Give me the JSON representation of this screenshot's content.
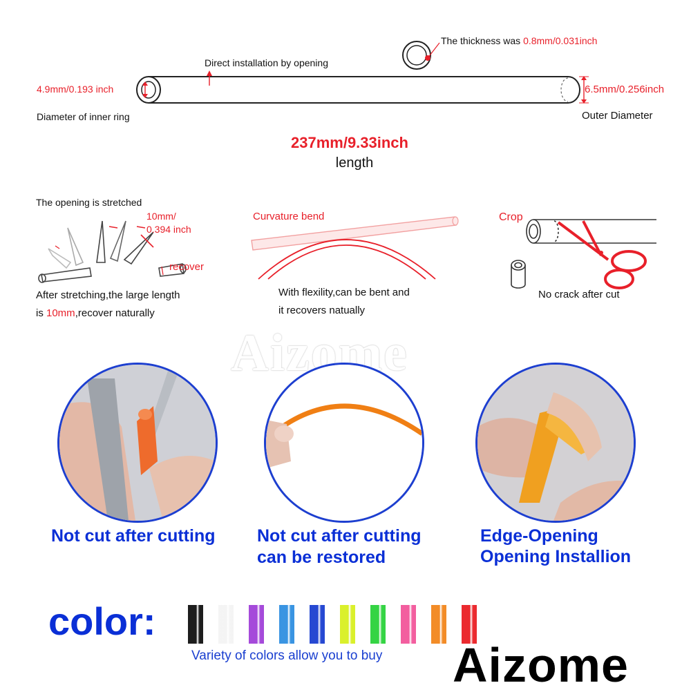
{
  "diagram": {
    "thickness_prefix": "The thickness was ",
    "thickness_value": "0.8mm/0.031inch",
    "install_note": "Direct installation by opening",
    "inner_diameter_value": "4.9mm/0.193 inch",
    "inner_diameter_label": "Diameter of inner ring",
    "outer_diameter_value": "6.5mm/0.256inch",
    "outer_diameter_label": "Outer Diameter",
    "length_value": "237mm/9.33inch",
    "length_label": "length"
  },
  "features": {
    "stretch": {
      "title": "The opening is stretched",
      "size_line1": "10mm/",
      "size_line2": "0.394 inch",
      "recover": "recover",
      "desc_line1": "After stretching,the large length",
      "desc_line2_prefix": "is ",
      "desc_line2_value": "10mm",
      "desc_line2_suffix": ",recover naturally"
    },
    "bend": {
      "title": "Curvature bend",
      "desc_line1": "With flexility,can be bent and",
      "desc_line2": "it recovers natually"
    },
    "crop": {
      "title": "Crop",
      "desc": "No crack after cut"
    }
  },
  "watermark": "Aizome",
  "photos": [
    {
      "line1": "Not cut after cutting",
      "line2": ""
    },
    {
      "line1": "Not cut after cutting",
      "line2": "can be restored"
    },
    {
      "line1": "Edge-Opening",
      "line2": "Opening Installion"
    }
  ],
  "colors": {
    "label": "color:",
    "note": "Variety of colors allow you to buy",
    "swatches": [
      "#111111",
      "#f4f4f4",
      "#a040d8",
      "#2f8fe0",
      "#1b3fd0",
      "#d8ef20",
      "#2ad23a",
      "#f2559a",
      "#f2861c",
      "#ea1f24"
    ]
  },
  "brand": "Aizome",
  "accent_colors": {
    "red": "#e8202a",
    "blue": "#0a2fd6"
  }
}
